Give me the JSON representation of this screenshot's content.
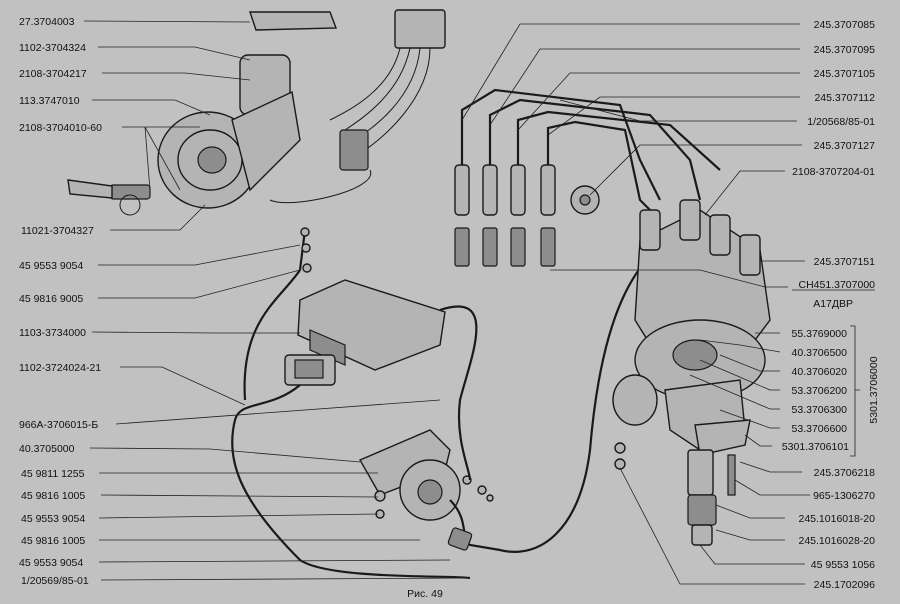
{
  "caption": "Рис. 49",
  "left_labels": [
    "27.3704003",
    "1102-3704324",
    "2108-3704217",
    "113.3747010",
    "2108-3704010-60",
    "11021-3704327",
    "45 9553 9054",
    "45 9816 9005",
    "1103-3734000",
    "1102-3724024-21",
    "966А-3706015-Б",
    "40.3705000",
    "45 9811 1255",
    "45 9816 1005",
    "45 9553 9054",
    "45 9816 1005",
    "45 9553 9054",
    "1/20569/85-01"
  ],
  "right_labels": [
    "245.3707085",
    "245.3707095",
    "245.3707105",
    "245.3707112",
    "1/20568/85-01",
    "245.3707127",
    "2108-3707204-01",
    "245.3707151"
  ],
  "distributor_label": {
    "top": "CH451.3707000",
    "bottom": "А17ДВР"
  },
  "bracket_group": {
    "assembly": "5301.3706000",
    "items": [
      "55.3769000",
      "40.3706500",
      "40.3706020",
      "53.3706200",
      "53.3706300",
      "53.3706600",
      "5301.3706101"
    ]
  },
  "lower_right_labels": [
    "245.3706218",
    "965-1306270",
    "245.1016018-20",
    "245.1016028-20",
    "45 9553 1056",
    "245.1702096"
  ]
}
